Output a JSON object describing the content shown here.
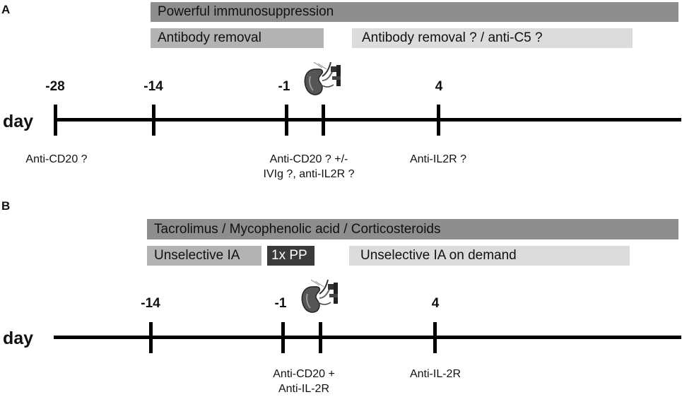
{
  "panelA": {
    "letter": "A",
    "bars": {
      "immuno": "Powerful immunosuppression",
      "removal": "Antibody removal",
      "removal_c5": "Antibody removal ? / anti-C5 ?"
    },
    "day_label": "day",
    "ticks": [
      "-28",
      "-14",
      "-1",
      "4"
    ],
    "notes": {
      "n1": "Anti-CD20 ?",
      "n2_l1": "Anti-CD20 ? +/-",
      "n2_l2": "IVIg ?, anti-IL2R ?",
      "n3": "Anti-IL2R ?"
    }
  },
  "panelB": {
    "letter": "B",
    "bars": {
      "tacro": "Tacrolimus / Mycophenolic acid / Corticosteroids",
      "unsel": "Unselective IA",
      "pp": "1x PP",
      "demand": "Unselective IA on demand"
    },
    "day_label": "day",
    "ticks": [
      "-14",
      "-1",
      "4"
    ],
    "notes": {
      "n1_l1": "Anti-CD20 +",
      "n1_l2": "Anti-IL-2R",
      "n2": "Anti-IL-2R"
    }
  },
  "icons": [
    "kidney-transplant-icon"
  ],
  "colors": {
    "dark_bar": "#8e8e8e",
    "mid_bar": "#b3b3b3",
    "light_bar": "#dcdcdc",
    "black_bar": "#3a3a3a"
  }
}
